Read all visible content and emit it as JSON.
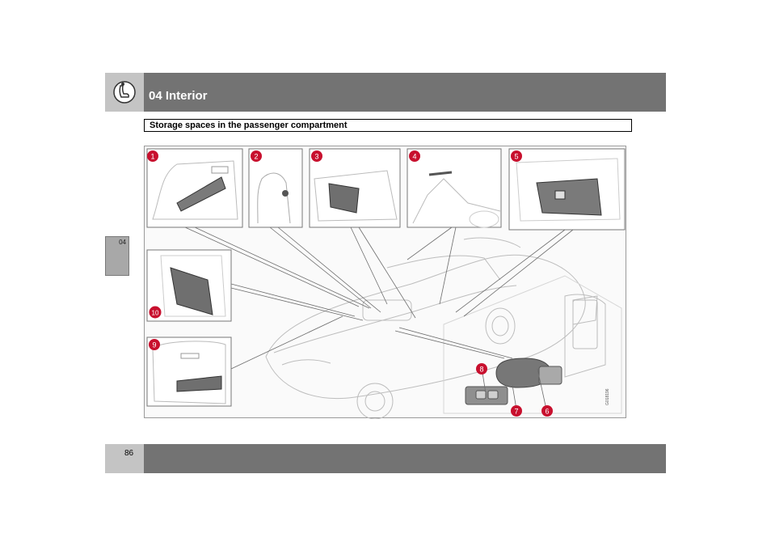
{
  "header": {
    "chapter_title": "04 Interior",
    "icon": "seat-icon"
  },
  "section": {
    "heading": "Storage spaces in the passenger compartment"
  },
  "side_tab": {
    "label": "04"
  },
  "footer": {
    "page_number": "86"
  },
  "figure": {
    "code": "G018196",
    "callouts": [
      "1",
      "2",
      "3",
      "4",
      "5",
      "6",
      "7",
      "8",
      "9",
      "10"
    ],
    "callout_color": "#c8102e"
  }
}
